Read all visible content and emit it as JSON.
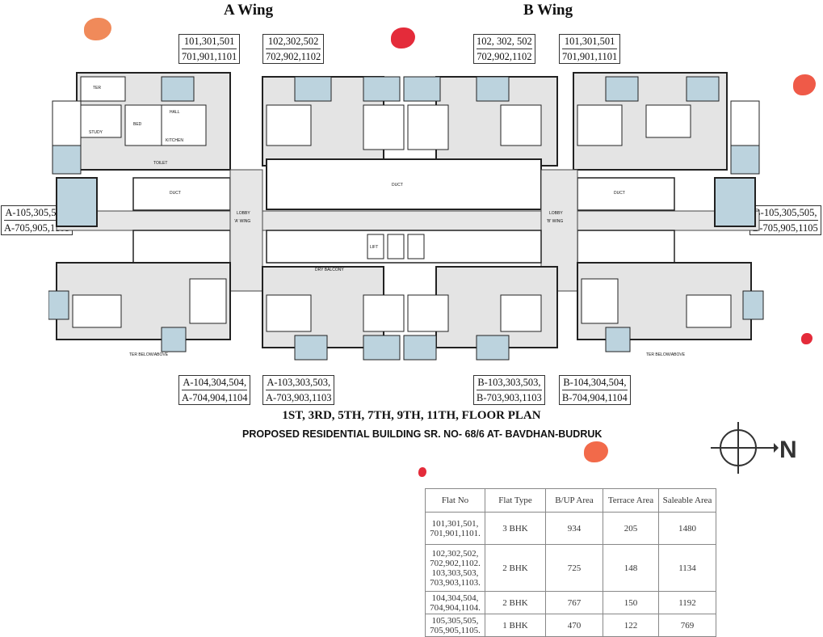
{
  "wings": {
    "a": "A Wing",
    "b": "B Wing"
  },
  "top_flats": [
    {
      "line1": "101,301,501",
      "line2": "701,901,1101"
    },
    {
      "line1": "102,302,502",
      "line2": "702,902,1102"
    },
    {
      "line1": "102, 302, 502",
      "line2": "702,902,1102"
    },
    {
      "line1": "101,301,501",
      "line2": "701,901,1101"
    }
  ],
  "side_flats": [
    {
      "line1": "A-105,305,505,",
      "line2": "A-705,905,1105"
    },
    {
      "line1": "B-105,305,505,",
      "line2": "B-705,905,1105"
    }
  ],
  "bottom_flats": [
    {
      "line1": "A-104,304,504,",
      "line2": "A-704,904,1104"
    },
    {
      "line1": "A-103,303,503,",
      "line2": "A-703,903,1103"
    },
    {
      "line1": "B-103,303,503,",
      "line2": "B-703,903,1103"
    },
    {
      "line1": "B-104,304,504,",
      "line2": "B-704,904,1104"
    }
  ],
  "plan_labels": {
    "lobby_a": "LOBBY",
    "wing_a": "'A' WING",
    "lobby_b": "LOBBY",
    "wing_b": "'B' WING",
    "duct": "DUCT",
    "lift": "LIFT",
    "hall": "HALL",
    "bed": "BED",
    "kitchen": "KITCHEN",
    "study": "STUDY",
    "ter": "TER",
    "toilet": "TOILET",
    "dry_balcony": "DRY BALCONY",
    "ter_below": "TER BELOW/ABOVE"
  },
  "floor_title": "1ST, 3RD, 5TH, 7TH, 9TH, 11TH, FLOOR PLAN",
  "project_title": "PROPOSED RESIDENTIAL BUILDING  SR. NO- 68/6 AT- BAVDHAN-BUDRUK",
  "compass_label": "N",
  "area_table": {
    "headers": [
      "Flat No",
      "Flat Type",
      "B/UP Area",
      "Terrace Area",
      "Saleable Area"
    ],
    "rows": [
      {
        "flat": "101,301,501, 701,901,1101.",
        "type": "3 BHK",
        "bup": "934",
        "terrace": "205",
        "saleable": "1480"
      },
      {
        "flat": "102,302,502, 702,902,1102. 103,303,503, 703,903,1103.",
        "type": "2 BHK",
        "bup": "725",
        "terrace": "148",
        "saleable": "1134"
      },
      {
        "flat": "104,304,504, 704,904,1104.",
        "type": "2 BHK",
        "bup": "767",
        "terrace": "150",
        "saleable": "1192"
      },
      {
        "flat": "105,305,505, 705,905,1105.",
        "type": "1 BHK",
        "bup": "470",
        "terrace": "122",
        "saleable": "769"
      }
    ]
  },
  "colors": {
    "terrace": "#bcd3de",
    "wall": "#222222",
    "floor": "#d7d7d7",
    "accent": "#e23a3a"
  }
}
